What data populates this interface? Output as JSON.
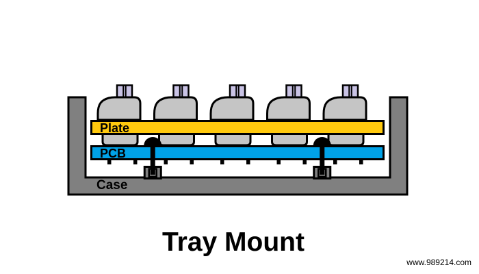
{
  "diagram": {
    "title": "Tray Mount",
    "watermark": "www.989214.com",
    "parts": {
      "plate_label": "Plate",
      "pcb_label": "PCB",
      "case_label": "Case"
    },
    "switch_count": 5,
    "screw_count": 2,
    "pins_per_switch": 2,
    "colors": {
      "plate": "#FFC90E",
      "pcb": "#00A2E8",
      "case": "#808080",
      "switch_body": "#C5C5C5",
      "keycap_stem": "#C9C3E5",
      "screw": "#000000",
      "outline": "#000000",
      "background": "#FFFFFF"
    }
  }
}
